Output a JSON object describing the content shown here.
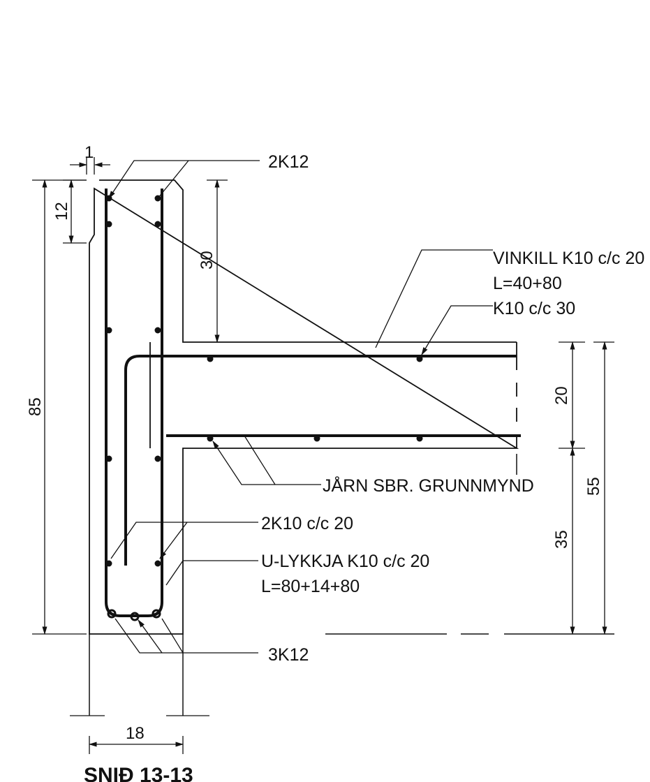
{
  "dimensions": {
    "cover": "1",
    "top_chamfer": "12",
    "wall_height": "85",
    "top_to_slab": "30",
    "slab_thickness": "20",
    "slab_to_base": "35",
    "slab_bottom_height": "55",
    "wall_width": "18"
  },
  "labels": {
    "top_bars": "2K12",
    "angle_bars": "VINKILL K10 c/c 20",
    "angle_length": "L=40+80",
    "slab_top_bar": "K10 c/c 30",
    "slab_bottom_ref": "JÅRN SBR. GRUNNMYND",
    "wall_bars": "2K10 c/c 20",
    "u_loop": "U-LYKKJA K10 c/c 20",
    "u_loop_length": "L=80+14+80",
    "bottom_bars": "3K12"
  },
  "title": "SNIÐ 13-13"
}
